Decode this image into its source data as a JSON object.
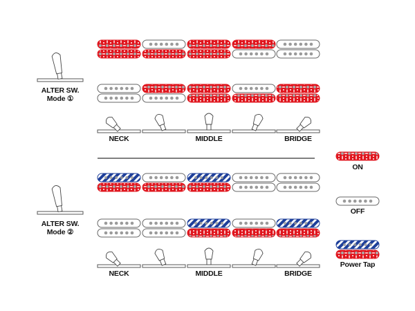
{
  "colors": {
    "on": "#e0161e",
    "tap": "#1e3f9a",
    "off": "#ffffff",
    "outline": "#666666",
    "pole": "#9a9a9a"
  },
  "modes": [
    {
      "title": "ALTER SW.",
      "mode_label": "Mode",
      "mode_number": "①",
      "rows": [
        [
          [
            "on",
            "on"
          ],
          [
            "off",
            "on"
          ],
          [
            "on",
            "on"
          ],
          [
            "on",
            "off"
          ],
          [
            "off",
            "off"
          ]
        ],
        [
          [
            "off",
            "off"
          ],
          [
            "on",
            "off"
          ],
          [
            "on",
            "on"
          ],
          [
            "off",
            "on"
          ],
          [
            "on",
            "on"
          ]
        ]
      ],
      "positions": [
        "NECK",
        "",
        "MIDDLE",
        "",
        "BRIDGE"
      ]
    },
    {
      "title": "ALTER SW.",
      "mode_label": "Mode",
      "mode_number": "②",
      "rows": [
        [
          [
            "tap",
            "on"
          ],
          [
            "off",
            "on"
          ],
          [
            "tap",
            "on"
          ],
          [
            "off",
            "off"
          ],
          [
            "off",
            "off"
          ]
        ],
        [
          [
            "off",
            "off"
          ],
          [
            "off",
            "off"
          ],
          [
            "tap",
            "on"
          ],
          [
            "off",
            "on"
          ],
          [
            "tap",
            "on"
          ]
        ]
      ],
      "positions": [
        "NECK",
        "",
        "MIDDLE",
        "",
        "BRIDGE"
      ]
    }
  ],
  "legend": [
    {
      "state": [
        "on"
      ],
      "label": "ON"
    },
    {
      "state": [
        "off"
      ],
      "label": "OFF"
    },
    {
      "state": [
        "tap",
        "on"
      ],
      "label": "Power Tap"
    }
  ]
}
